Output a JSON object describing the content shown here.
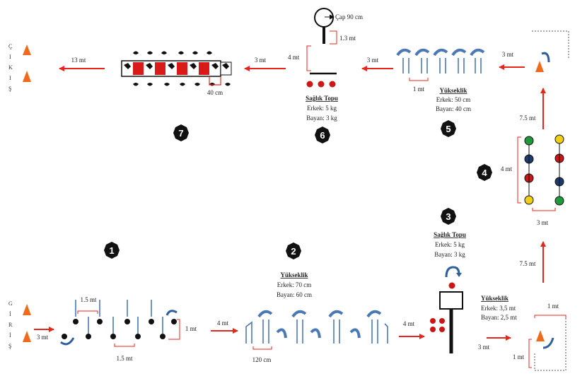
{
  "stations": [
    "1",
    "2",
    "3",
    "4",
    "5",
    "6",
    "7"
  ],
  "entrance_letters": [
    "G",
    "İ",
    "R",
    "İ",
    "Ş"
  ],
  "exit_letters": [
    "Ç",
    "I",
    "K",
    "I",
    "Ş"
  ],
  "station1": {
    "spacing_top": "1.5 mt",
    "spacing_bottom": "1.5 mt",
    "depth": "1 mt",
    "to_start": "3 mt"
  },
  "station2": {
    "title": "Yükseklik",
    "male": "Erkek: 70 cm",
    "female": "Bayan: 60 cm",
    "approach": "4 mt",
    "spacing": "120 cm"
  },
  "station3": {
    "title": "Sağlık Topu",
    "male": "Erkek: 5 kg",
    "female": "Bayan: 3 kg",
    "approach": "4 mt",
    "height_title": "Yükseklik",
    "height_male": "Erkek: 3,5 mt",
    "height_female": "Bayan: 2,5 mt",
    "exit_dist": "3 mt"
  },
  "corner": {
    "width": "1 mt",
    "height": "1 mt"
  },
  "station4": {
    "up_bottom": "7.5 mt",
    "up_top": "7.5 mt",
    "length": "4 mt",
    "width": "3 mt"
  },
  "station5": {
    "title": "Yükseklik",
    "male": "Erkek: 50 cm",
    "female": "Bayan: 40 cm",
    "approach": "3 mt",
    "spacing": "1 mt"
  },
  "station6": {
    "title": "Sağlık Topu",
    "male": "Erkek:  5 kg",
    "female": "Bayan:  3 kg",
    "approach": "3 mt",
    "diameter": "Çap 90 cm",
    "hoop_height": "1.3 mt",
    "throw_dist": "4 mt"
  },
  "station7": {
    "width": "40 cm",
    "to_exit": "13 mt"
  },
  "colors": {
    "arrow": "#e8261b",
    "cone": "#f06a1e",
    "hurdle": "#4b79b5",
    "hurdle_dark": "#2e5f9a",
    "ball_red": "#cc1515",
    "ball_green": "#1f9a3a",
    "ball_navy": "#1e3b70",
    "ball_yellow": "#f0d015",
    "badge": "#111111"
  }
}
